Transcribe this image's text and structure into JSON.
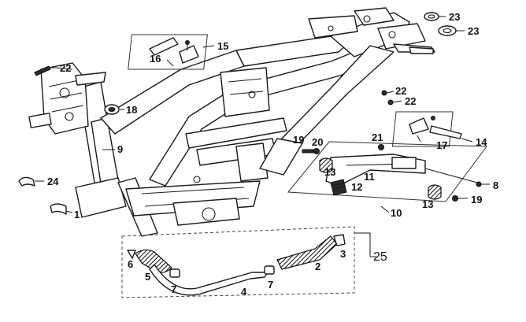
{
  "diagram": {
    "callouts": {
      "c1": "1",
      "c2": "2",
      "c3": "3",
      "c4": "4",
      "c5": "5",
      "c6": "6",
      "c7a": "7",
      "c7b": "7",
      "c8": "8",
      "c9": "9",
      "c10": "10",
      "c11": "11",
      "c12": "12",
      "c13a": "13",
      "c13b": "13",
      "c14": "14",
      "c15": "15",
      "c16": "16",
      "c17": "17",
      "c18": "18",
      "c19a": "19",
      "c19b": "19",
      "c20": "20",
      "c21": "21",
      "c22a": "22",
      "c22b": "22",
      "c22c": "22",
      "c23a": "23",
      "c23b": "23",
      "c24": "24",
      "c25": "25"
    }
  }
}
